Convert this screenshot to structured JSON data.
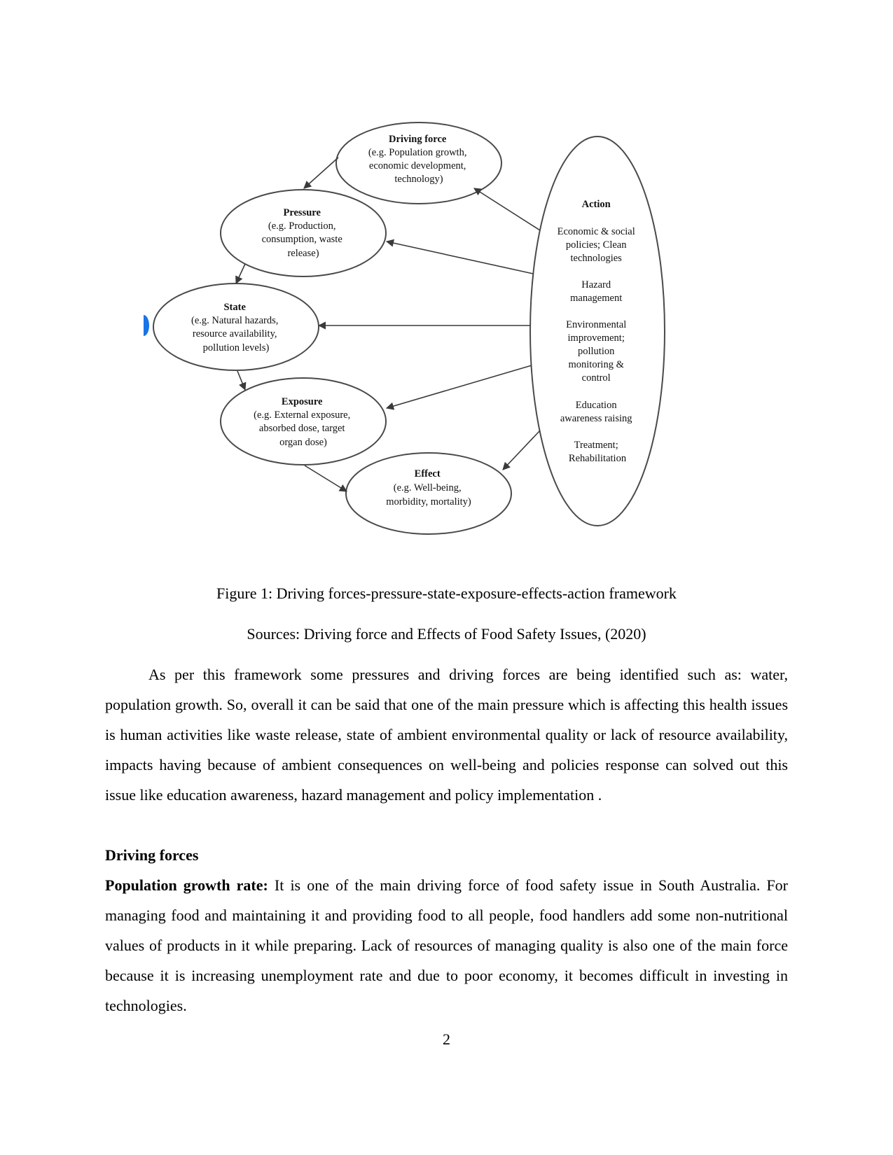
{
  "figure": {
    "nodes": {
      "driving_force": {
        "title": "Driving force",
        "lines": [
          "(e.g. Population growth,",
          "economic development,",
          "technology)"
        ]
      },
      "pressure": {
        "title": "Pressure",
        "lines": [
          "(e.g. Production,",
          "consumption, waste",
          "release)"
        ]
      },
      "state": {
        "title": "State",
        "lines": [
          "(e.g. Natural hazards,",
          "resource availability,",
          "pollution levels)"
        ]
      },
      "exposure": {
        "title": "Exposure",
        "lines": [
          "(e.g. External exposure,",
          "absorbed dose, target",
          "organ dose)"
        ]
      },
      "effect": {
        "title": "Effect",
        "lines": [
          "(e.g. Well-being,",
          "morbidity, mortality)"
        ]
      },
      "action": {
        "title": "Action",
        "lines": [
          "Economic & social",
          "policies; Clean",
          "technologies",
          "",
          "Hazard",
          "management",
          "",
          "Environmental",
          "improvement;",
          "pollution",
          "monitoring &",
          "control",
          "",
          "Education",
          "awareness raising",
          "",
          "Treatment;",
          "Rehabilitation"
        ]
      }
    },
    "colors": {
      "stroke": "#4a4a4a",
      "marker": "#1a73e8"
    }
  },
  "caption": "Figure 1: Driving forces-pressure-state-exposure-effects-action framework",
  "sources": "Sources: Driving force and Effects of Food Safety Issues, (2020)",
  "para1": "As per this framework some pressures and driving forces are being identified such as: water, population growth. So, overall it can be said that one of the main pressure which is affecting this health issues is human activities like waste release, state of ambient environmental quality or lack of resource availability, impacts having because of ambient consequences on well-being and policies response can solved out this issue like education awareness, hazard management and policy implementation .",
  "heading": "Driving forces",
  "para2": {
    "lead": "Population growth rate:",
    "text": " It is one of the main driving force of food safety issue in South Australia. For managing food and maintaining it and providing food to all people, food handlers add some non-nutritional values of products in it while preparing. Lack of resources of managing quality is also one of the main force because it is increasing unemployment rate and due to poor economy, it becomes difficult in investing in technologies."
  },
  "page_number": "2"
}
